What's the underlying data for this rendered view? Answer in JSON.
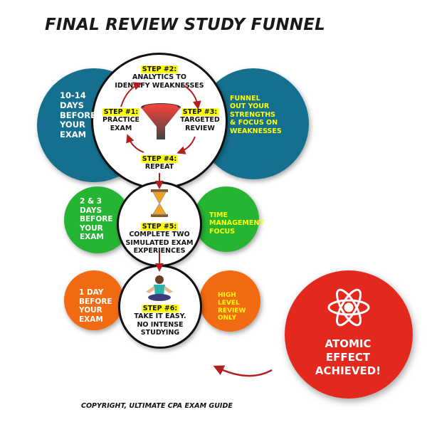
{
  "title": "FINAL REVIEW STUDY FUNNEL",
  "colors": {
    "blue": "#15708f",
    "green": "#25b532",
    "orange": "#f26a12",
    "red": "#e3281e",
    "highlight": "#ffff00"
  },
  "tier1": {
    "left": [
      "10-14",
      "DAYS",
      "BEFORE",
      "YOUR",
      "EXAM"
    ],
    "right": [
      "FUNNEL",
      "OUT YOUR",
      "STRENGTHS",
      "& FOCUS ON",
      "WEAKNESSES"
    ],
    "step1": {
      "head": "STEP #1:",
      "lines": [
        "PRACTICE",
        "EXAM"
      ]
    },
    "step2": {
      "head": "STEP #2:",
      "lines": [
        "ANALYTICS TO",
        "IDENTIFY WEAKNESSES"
      ]
    },
    "step3": {
      "head": "STEP #3:",
      "lines": [
        "TARGETED",
        "REVIEW"
      ]
    },
    "step4": {
      "head": "STEP #4:",
      "lines": [
        "REPEAT"
      ]
    },
    "icon": "funnel-icon"
  },
  "tier2": {
    "left": [
      "2 & 3",
      "DAYS",
      "BEFORE",
      "YOUR",
      "EXAM"
    ],
    "right": [
      "TIME",
      "MANAGEMENT",
      "FOCUS"
    ],
    "step5": {
      "head": "STEP #5:",
      "lines": [
        "COMPLETE TWO",
        "SIMULATED EXAM",
        "EXPERIENCES"
      ]
    },
    "icon": "hourglass-icon"
  },
  "tier3": {
    "left": [
      "1 DAY",
      "BEFORE",
      "YOUR",
      "EXAM"
    ],
    "right": [
      "HIGH",
      "LEVEL",
      "REVIEW",
      "ONLY"
    ],
    "step6": {
      "head": "STEP #6:",
      "lines": [
        "TAKE IT EASY.",
        "NO INTENSE",
        "STUDYING"
      ]
    },
    "icon": "meditation-icon"
  },
  "atomic": {
    "lines": [
      "ATOMIC",
      "EFFECT",
      "ACHIEVED!"
    ],
    "icon": "atom-icon"
  },
  "copyright": "COPYRIGHT, ULTIMATE CPA EXAM GUIDE"
}
